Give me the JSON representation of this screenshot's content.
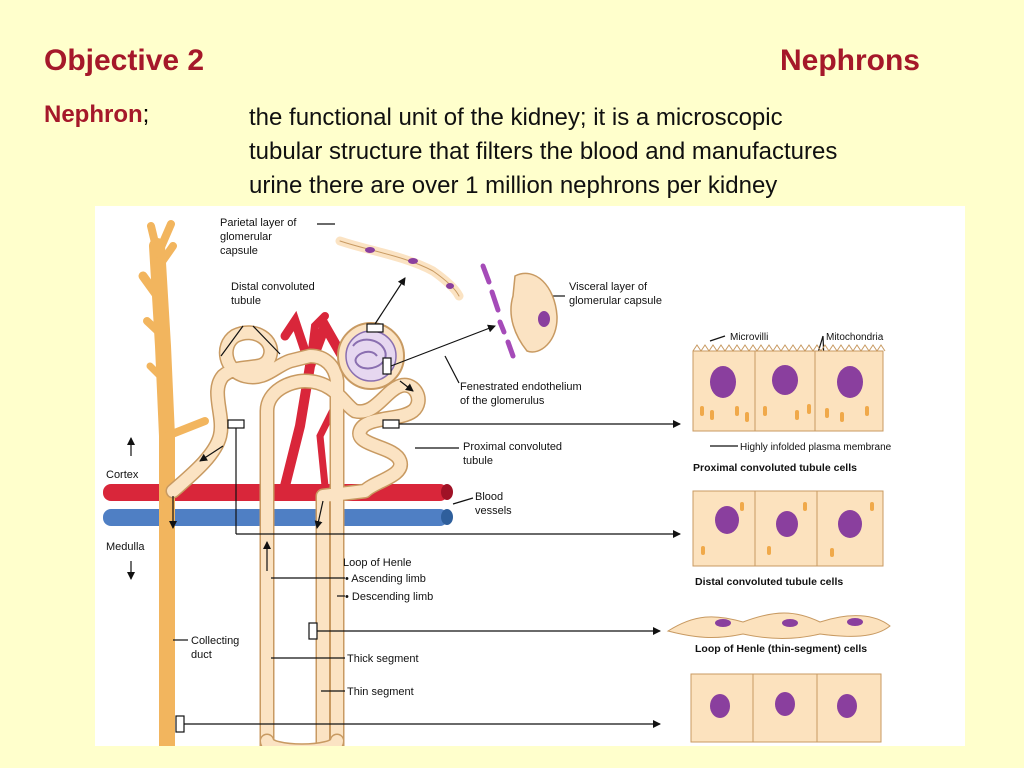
{
  "slide": {
    "objective": "Objective 2",
    "topic": "Nephrons",
    "term": "Nephron",
    "term_sep": ";",
    "definition_lines": [
      "the functional unit of the kidney;  it is a microscopic",
      "tubular structure that filters the blood and manufactures",
      "urine there are over 1 million nephrons per kidney"
    ]
  },
  "diagram": {
    "labels": {
      "parietal": [
        "Parietal layer of",
        "glomerular",
        "capsule"
      ],
      "distal": [
        "Distal convoluted",
        "tubule"
      ],
      "visceral": [
        "Visceral layer of",
        "glomerular capsule"
      ],
      "fenestrated": [
        "Fenestrated endothelium",
        "of the glomerulus"
      ],
      "proximal": [
        "Proximal convoluted",
        "tubule"
      ],
      "cortex": "Cortex",
      "medulla": "Medulla",
      "blood": [
        "Blood",
        "vessels"
      ],
      "loop_title": "Loop of Henle",
      "ascending": "• Ascending limb",
      "descending": "• Descending limb",
      "collecting": [
        "Collecting",
        "duct"
      ],
      "thick": "Thick segment",
      "thin": "Thin segment",
      "microvilli": "Microvilli",
      "mitochondria": "Mitochondria",
      "infolded": "Highly infolded plasma membrane"
    },
    "cell_titles": {
      "pct": "Proximal convoluted tubule cells",
      "dct": "Distal convoluted tubule cells",
      "loop": "Loop of Henle (thin-segment) cells"
    },
    "colors": {
      "tubule": "#FBE3C3",
      "tubule_stroke": "#C89A62",
      "duct": "#F2B55E",
      "artery": "#D9263A",
      "vein": "#4F7FC4",
      "nucleus": "#8A3F9E",
      "cell_fill": "#FCE2BE",
      "mito": "#F0A94A"
    }
  }
}
